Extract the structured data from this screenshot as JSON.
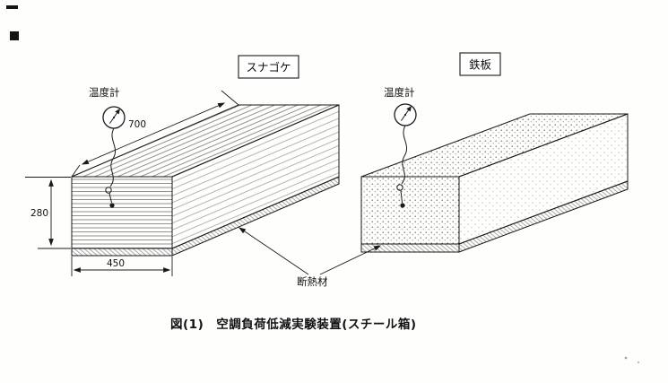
{
  "figure": {
    "caption": "図(1)　空調負荷低減実験装置(スチール箱)",
    "insulation_label": "断熱材",
    "left_box": {
      "label": "スナゴケ",
      "thermometer_label": "温度計",
      "dims": {
        "length": "700",
        "height": "280",
        "width": "450"
      }
    },
    "right_box": {
      "label": "鉄板",
      "thermometer_label": "温度計"
    },
    "colors": {
      "ink": "#1a1a1a",
      "paper": "#fefefd"
    }
  }
}
